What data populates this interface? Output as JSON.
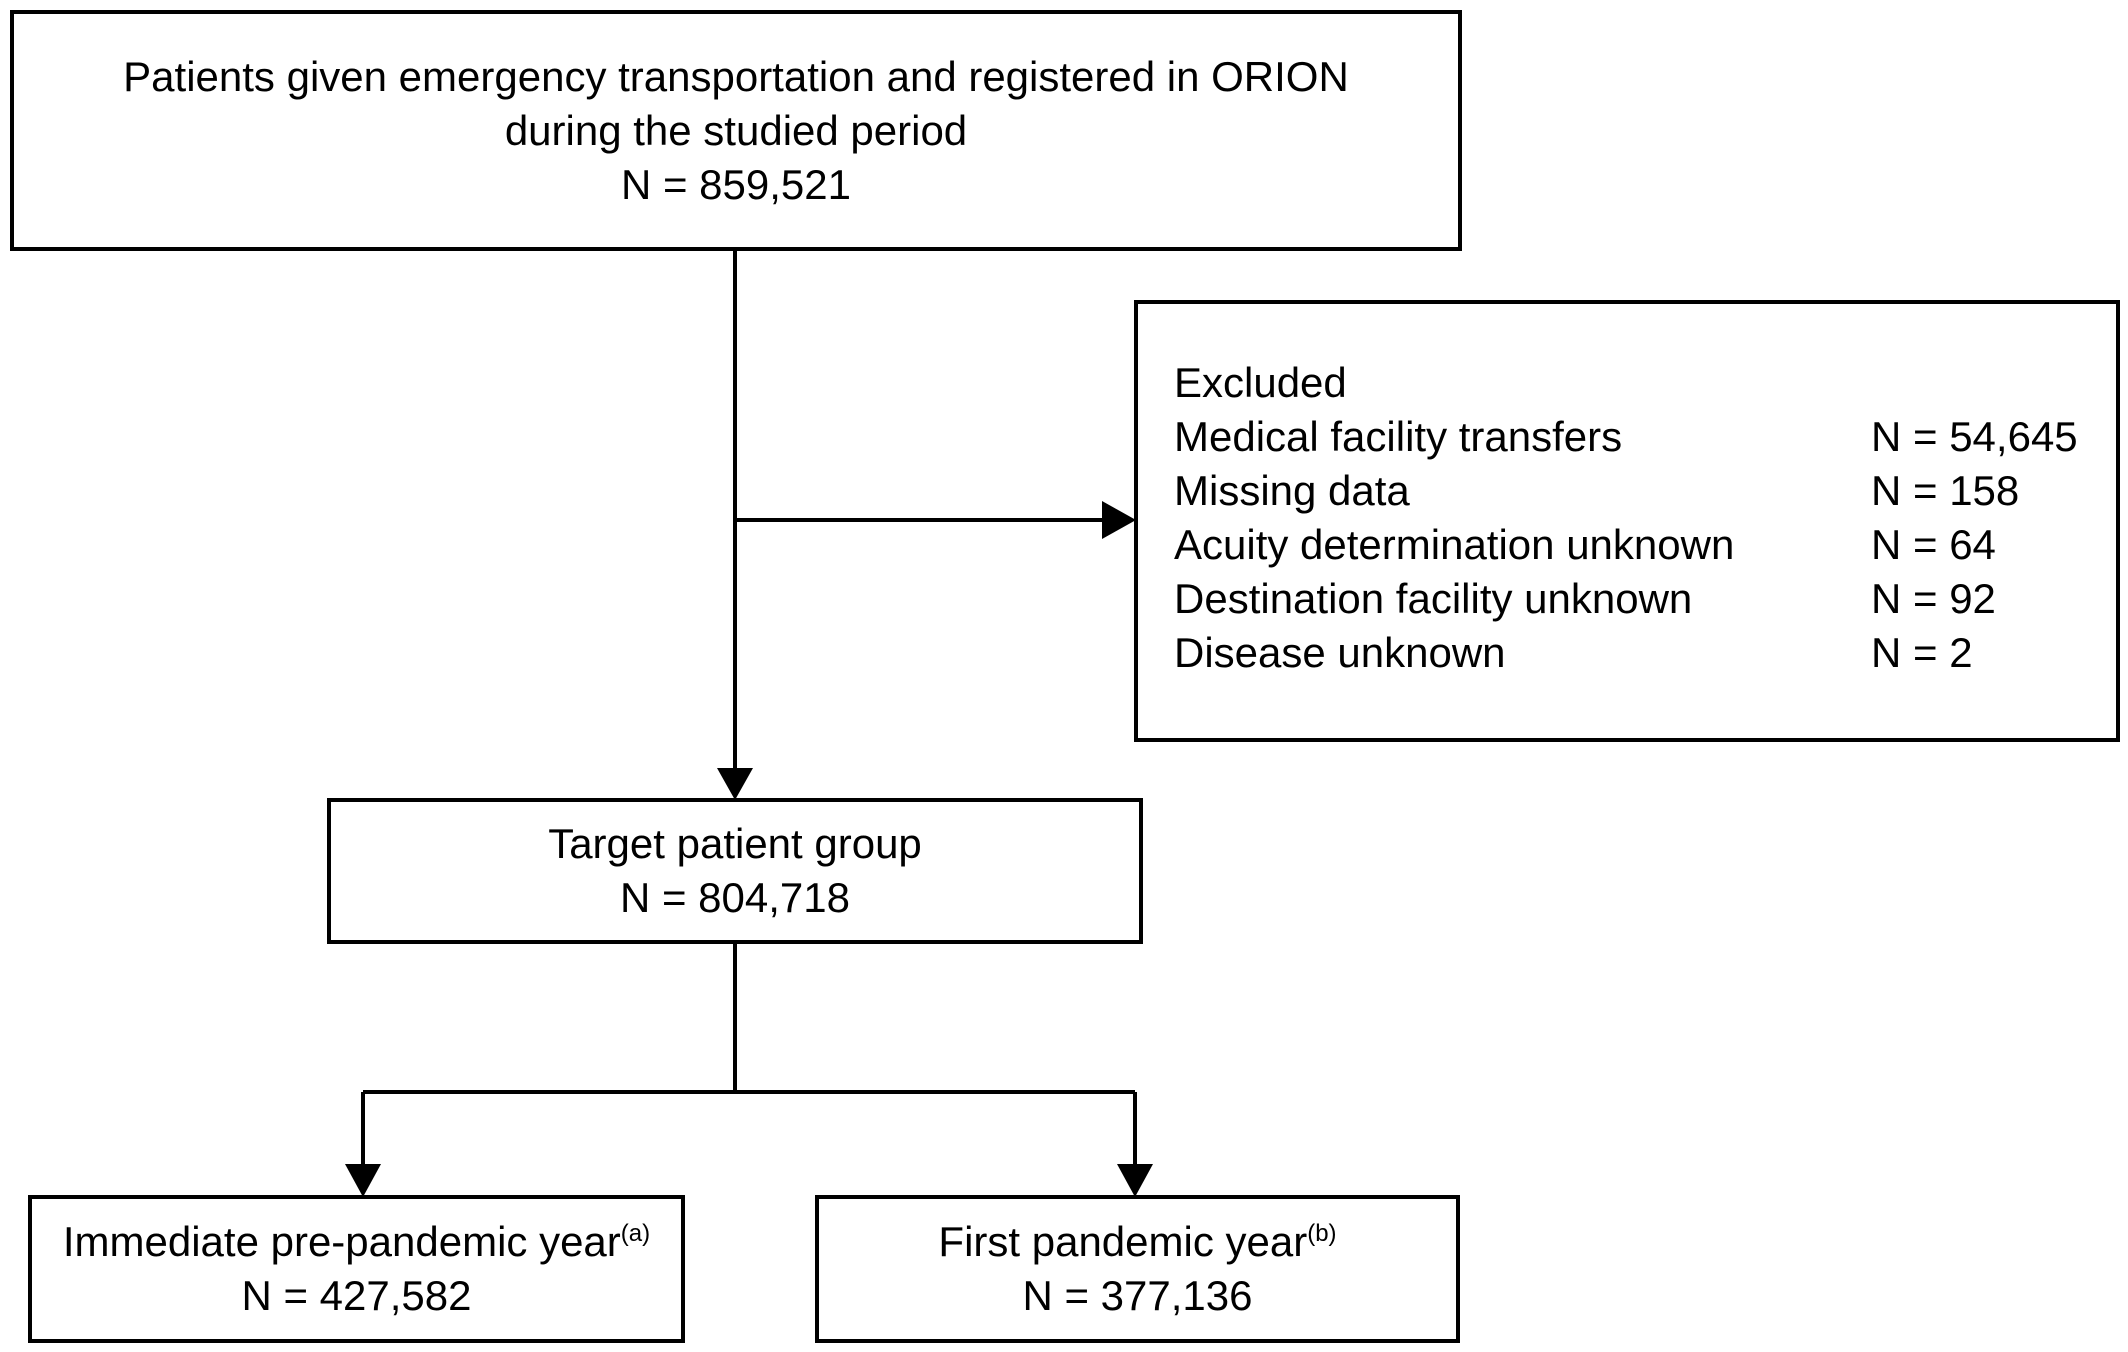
{
  "top_box": {
    "line1": "Patients given emergency transportation and registered in ORION",
    "line2": "during the studied period",
    "count": "N = 859,521"
  },
  "excluded_box": {
    "heading": "Excluded",
    "items": [
      {
        "label": "Medical facility transfers",
        "value": "N = 54,645"
      },
      {
        "label": "Missing data",
        "value": "N = 158"
      },
      {
        "label": "Acuity determination unknown",
        "value": "N = 64"
      },
      {
        "label": "Destination facility unknown",
        "value": "N = 92"
      },
      {
        "label": "Disease unknown",
        "value": "N = 2"
      }
    ]
  },
  "target_box": {
    "title": "Target patient group",
    "count": "N = 804,718"
  },
  "pre_pandemic_box": {
    "title": "Immediate pre-pandemic year",
    "superscript": "(a)",
    "count": "N = 427,582"
  },
  "first_pandemic_box": {
    "title": "First pandemic year",
    "superscript": "(b)",
    "count": "N = 377,136"
  }
}
